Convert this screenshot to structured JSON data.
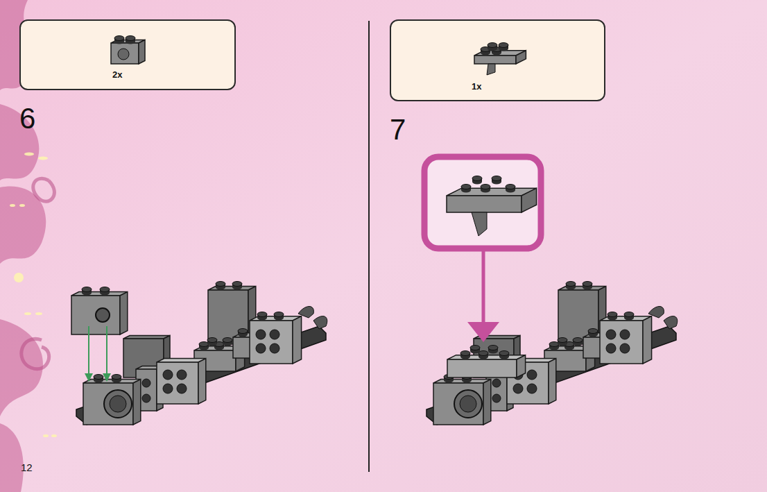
{
  "diagram": {
    "nodes": [
      {
        "text": [
          "2x"
        ]
      },
      {
        "text": [
          "1x"
        ]
      }
    ],
    "edges": [],
    "labels": [
      "6",
      "7",
      "12"
    ]
  }
}
